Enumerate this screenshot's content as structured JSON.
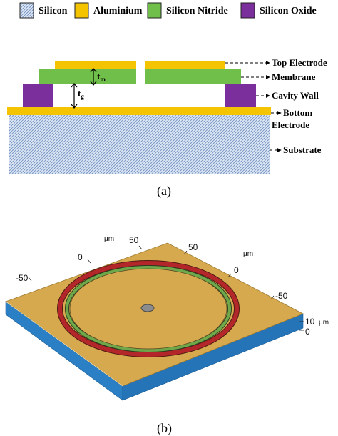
{
  "legend": [
    {
      "label": "Silicon",
      "color": "#b9cfe8",
      "swatch": "hatch"
    },
    {
      "label": "Aluminium",
      "color": "#f5c400",
      "swatch": "solid"
    },
    {
      "label": "Silicon Nitride",
      "color": "#6fbf4a",
      "swatch": "solid"
    },
    {
      "label": "Silicon Oxide",
      "color": "#7a2f9c",
      "swatch": "solid"
    }
  ],
  "callouts": {
    "top_electrode": "Top Electrode",
    "membrane": "Membrane",
    "cavity_wall": "Cavity Wall",
    "bottom_electrode_1": "Bottom",
    "bottom_electrode_2": "Electrode",
    "substrate": "Substrate"
  },
  "dims": {
    "tm_base": "t",
    "tm_sub": "m",
    "tg_base": "t",
    "tg_sub": "g"
  },
  "captions": {
    "a": "(a)",
    "b": "(b)"
  },
  "axes_3d": {
    "unit": "μm",
    "back_left_ticks": [
      "50",
      "0",
      "-50"
    ],
    "back_right_ticks": [
      "50",
      "0",
      "-50"
    ],
    "z_ticks": [
      "10",
      "0"
    ]
  },
  "colors": {
    "gold_top": "#d6a94e",
    "blue_side": "#2b7fc4",
    "ring_red": "#b3262a",
    "ring_green": "#6fa84a",
    "center_dot": "#8c8c8c"
  }
}
